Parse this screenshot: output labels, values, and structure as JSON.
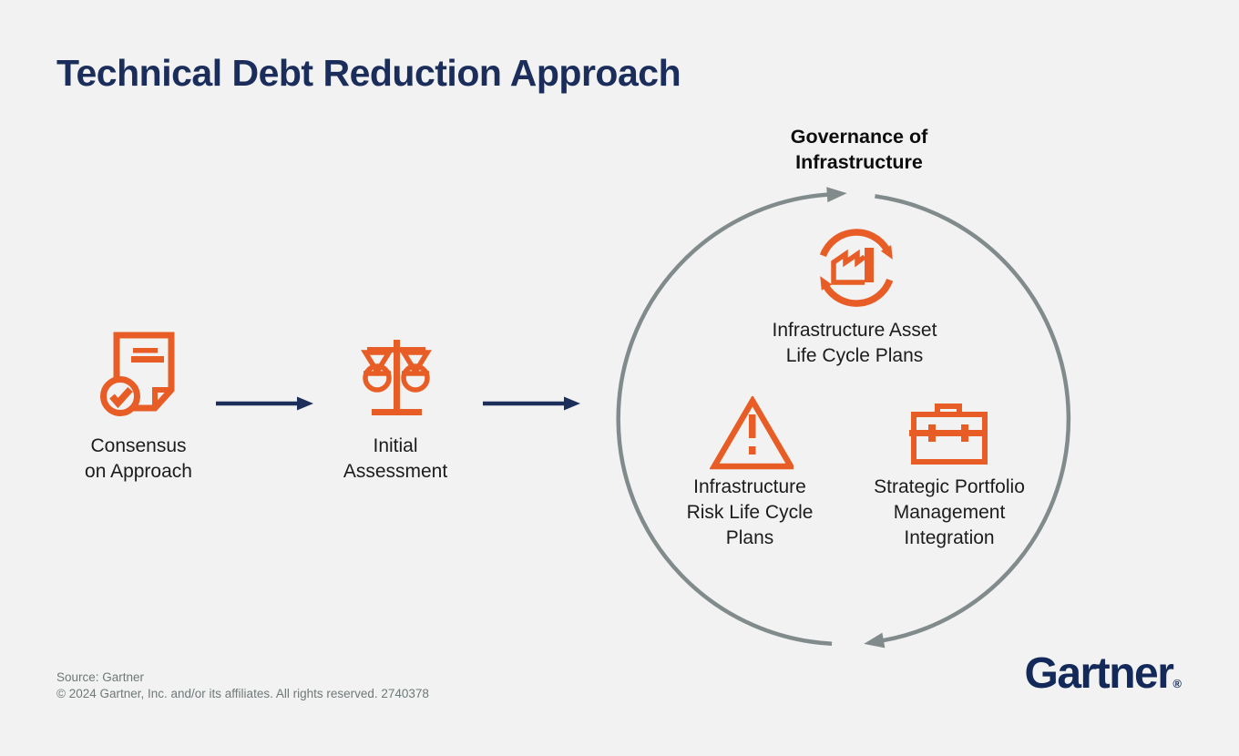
{
  "title": "Technical Debt Reduction Approach",
  "flow_steps": [
    {
      "label": "Consensus\non Approach",
      "icon": "document-check-icon"
    },
    {
      "label": "Initial\nAssessment",
      "icon": "scales-icon"
    }
  ],
  "cycle": {
    "heading": "Governance of\nInfrastructure",
    "items": [
      {
        "label": "Infrastructure Asset\nLife Cycle Plans",
        "icon": "factory-cycle-icon"
      },
      {
        "label": "Infrastructure\nRisk Life Cycle\nPlans",
        "icon": "warning-triangle-icon"
      },
      {
        "label": "Strategic Portfolio\nManagement\nIntegration",
        "icon": "briefcase-icon"
      }
    ]
  },
  "footer": {
    "source": "Source: Gartner",
    "copyright": "© 2024 Gartner, Inc. and/or its affiliates. All rights reserved. 2740378"
  },
  "logo": {
    "text": "Gartner",
    "registered": "®"
  },
  "colors": {
    "orange": "#E85D25",
    "navy": "#1B2D5B",
    "arc_gray": "#828B8B",
    "label_text": "#1C1C1C",
    "footer_text": "#6F7878",
    "background": "#F2F2F2"
  }
}
